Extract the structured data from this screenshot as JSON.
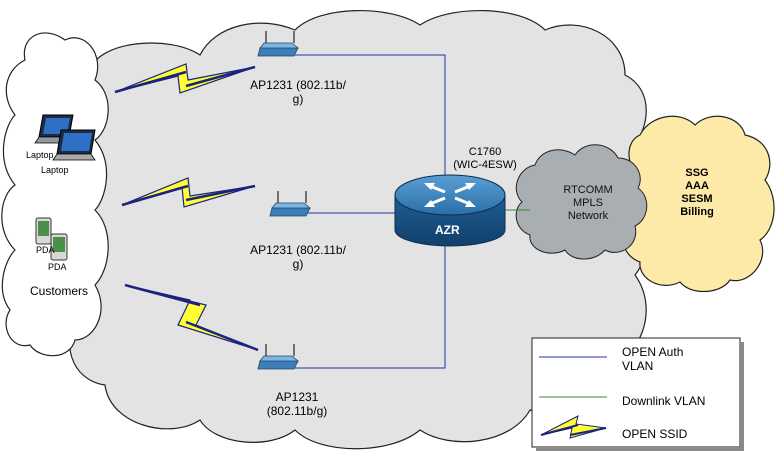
{
  "diagram": {
    "customers": {
      "laptop_back_label": "Laptop",
      "laptop_label": "Laptop",
      "pda_back_label": "PDA",
      "pda_label": "PDA",
      "group_label": "Customers"
    },
    "access_points": [
      {
        "label_line1": "AP1231 (802.11b/",
        "label_line2": "g)"
      },
      {
        "label_line1": "AP1231 (802.11b/",
        "label_line2": "g)"
      },
      {
        "label_line1": "AP1231",
        "label_line2": "(802.11b/g)"
      }
    ],
    "router": {
      "model_line1": "C1760",
      "model_line2": "(WIC-4ESW)",
      "name": "AZR"
    },
    "mpls_cloud": {
      "line1": "RTCOMM",
      "line2": "MPLS",
      "line3": "Network"
    },
    "services_cloud": {
      "line1": "SSG",
      "line2": "AAA",
      "line3": "SESM",
      "line4": "Billing"
    },
    "legend": {
      "items": [
        {
          "label_line1": "OPEN Auth",
          "label_line2": "VLAN",
          "style": "blue-line"
        },
        {
          "label_line1": "Downlink VLAN",
          "label_line2": "",
          "style": "green-line"
        },
        {
          "label_line1": "OPEN SSID",
          "label_line2": "",
          "style": "lightning"
        }
      ]
    },
    "colors": {
      "main_cloud": "#e3e3e3",
      "customer_cloud": "#ffffff",
      "mpls_cloud": "#a9aeb2",
      "services_cloud": "#fdeaa9",
      "vlan_line": "#2233aa",
      "downlink_line": "#2a8f3a",
      "lightning_fill": "#ffff33",
      "lightning_edge": "#1a237e",
      "router": "#1f6aa5"
    }
  }
}
